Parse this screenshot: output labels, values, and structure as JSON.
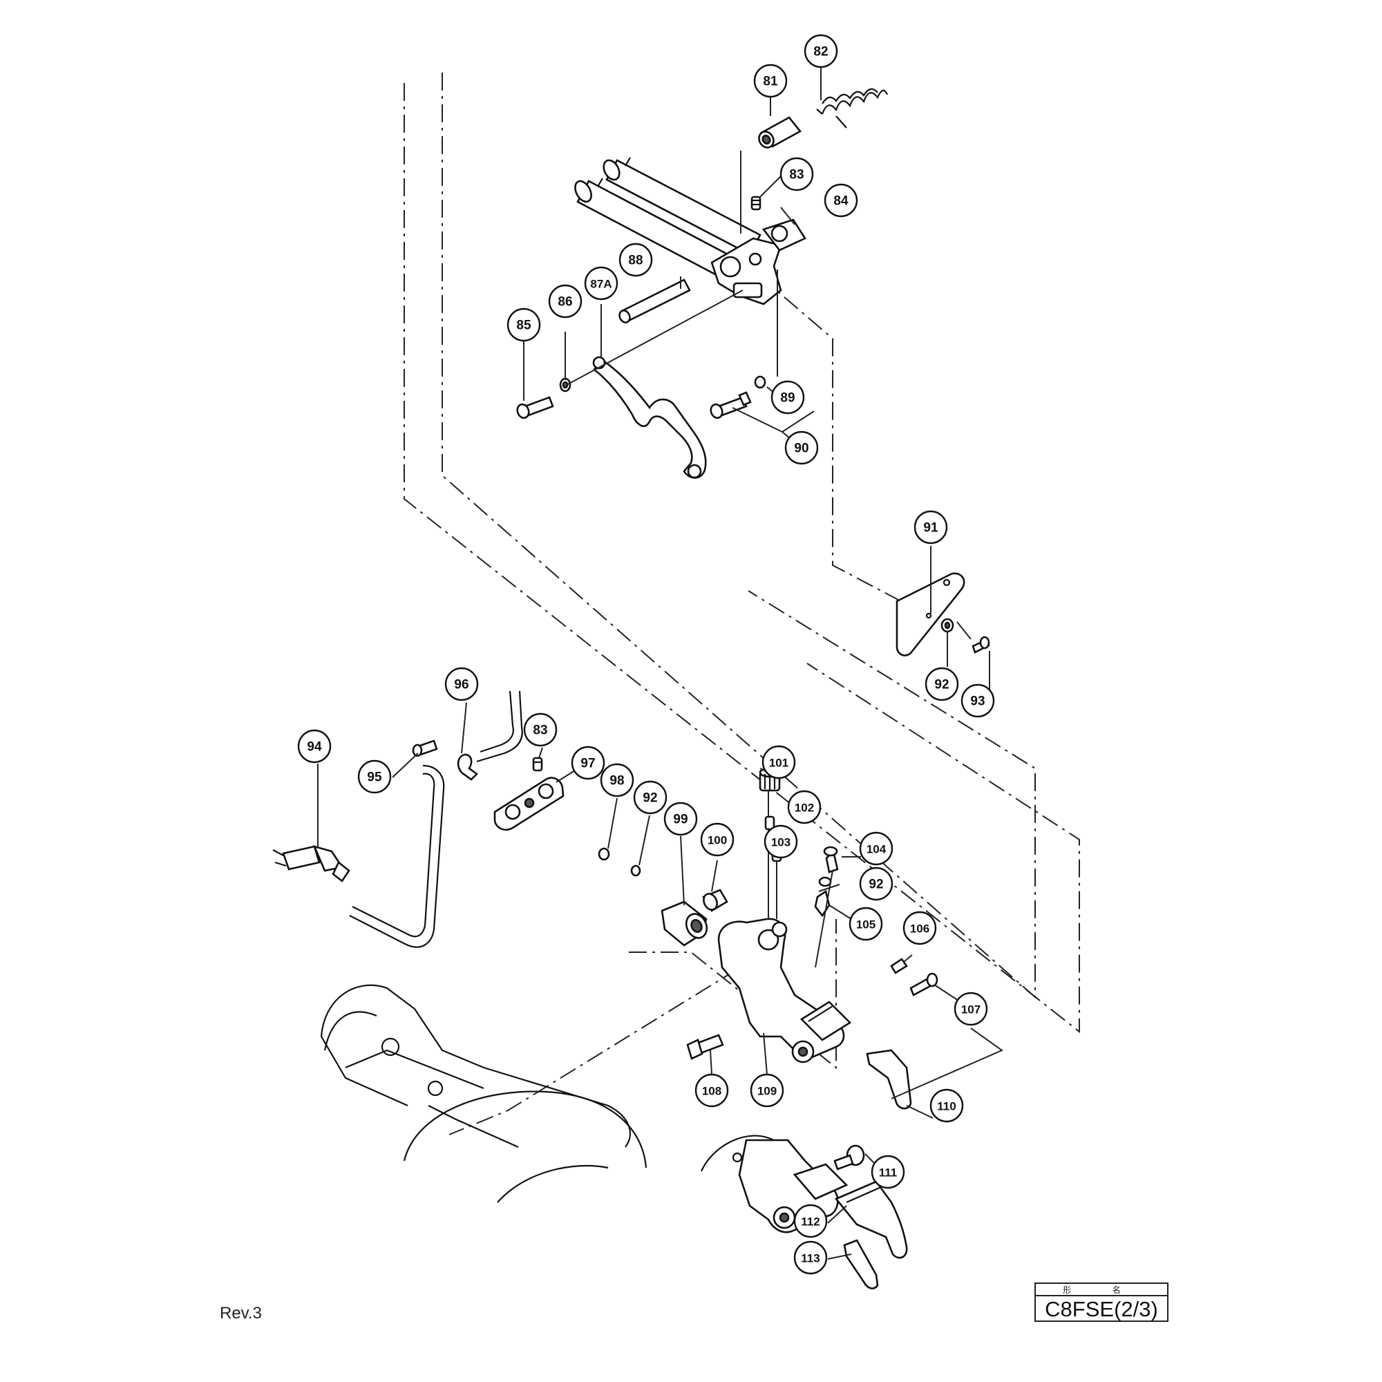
{
  "revision": "Rev.3",
  "model": {
    "header": "形 名",
    "name": "C8FSE(2/3)"
  },
  "callouts": [
    "81",
    "82",
    "83",
    "84",
    "85",
    "86",
    "87A",
    "88",
    "89",
    "90",
    "91",
    "92",
    "93",
    "94",
    "95",
    "96",
    "83",
    "97",
    "98",
    "92",
    "99",
    "100",
    "101",
    "102",
    "103",
    "104",
    "92",
    "105",
    "106",
    "107",
    "108",
    "109",
    "110",
    "111",
    "112",
    "113"
  ]
}
